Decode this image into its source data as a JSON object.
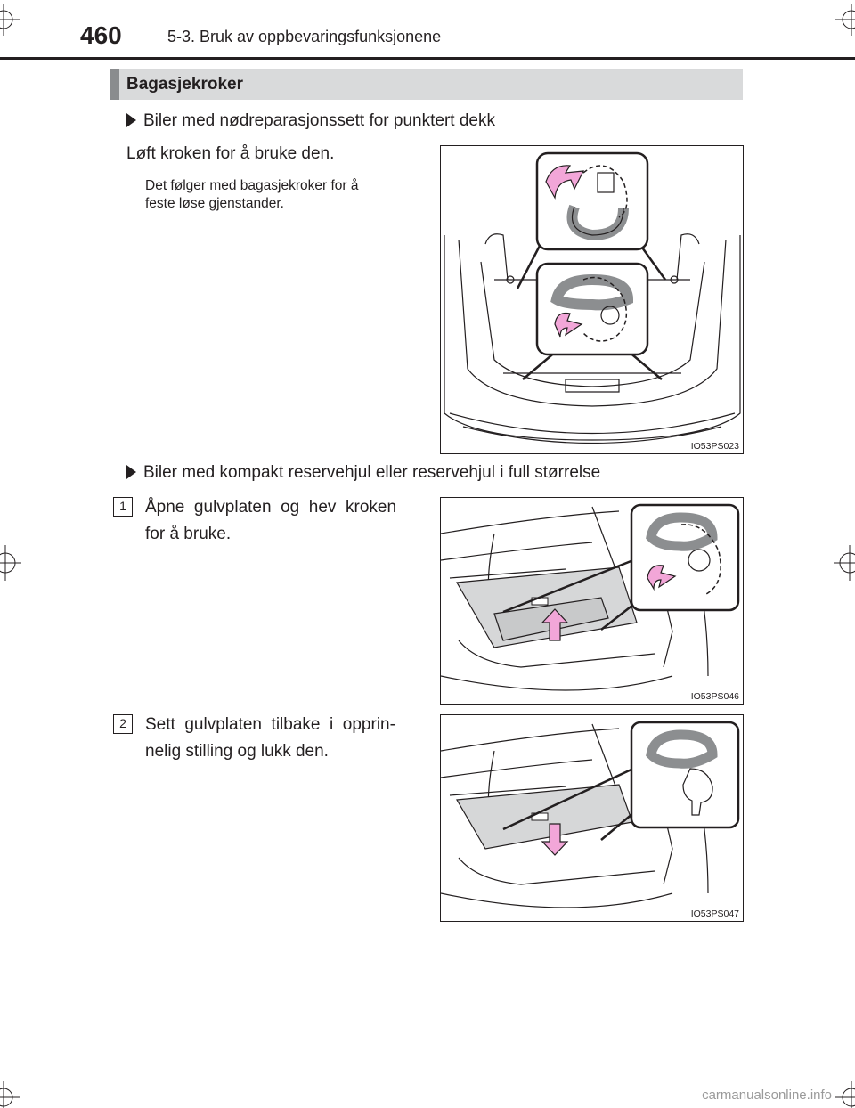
{
  "header": {
    "page_number": "460",
    "chapter": "5-3. Bruk av oppbevaringsfunksjonene"
  },
  "section": {
    "title": "Bagasjekroker"
  },
  "block1": {
    "bullet": "Biler med nødreparasjonssett for punktert dekk",
    "instruction": "Løft kroken for å bruke den.",
    "note_line1": "Det følger med bagasjekroker for å",
    "note_line2": "feste løse gjenstander.",
    "figure_code": "IO53PS023"
  },
  "block2": {
    "bullet": "Biler med kompakt reservehjul eller reservehjul i full størrelse",
    "step1": {
      "number": "1",
      "line1": "Åpne  gulvplaten  og  hev  kroken",
      "line2": "for å bruke.",
      "figure_code": "IO53PS046"
    },
    "step2": {
      "number": "2",
      "line1": "Sett  gulvplaten  tilbake  i  opprin-",
      "line2": "nelig stilling og lukk den.",
      "figure_code": "IO53PS047"
    }
  },
  "footer": {
    "watermark": "carmanualsonline.info"
  },
  "colors": {
    "arrow_pink": "#f2a6d8",
    "arrow_outline": "#231f20",
    "hook_gray": "#8c8e90",
    "floor_gray": "#d6d7d8",
    "section_bar": "#d9dadb"
  }
}
